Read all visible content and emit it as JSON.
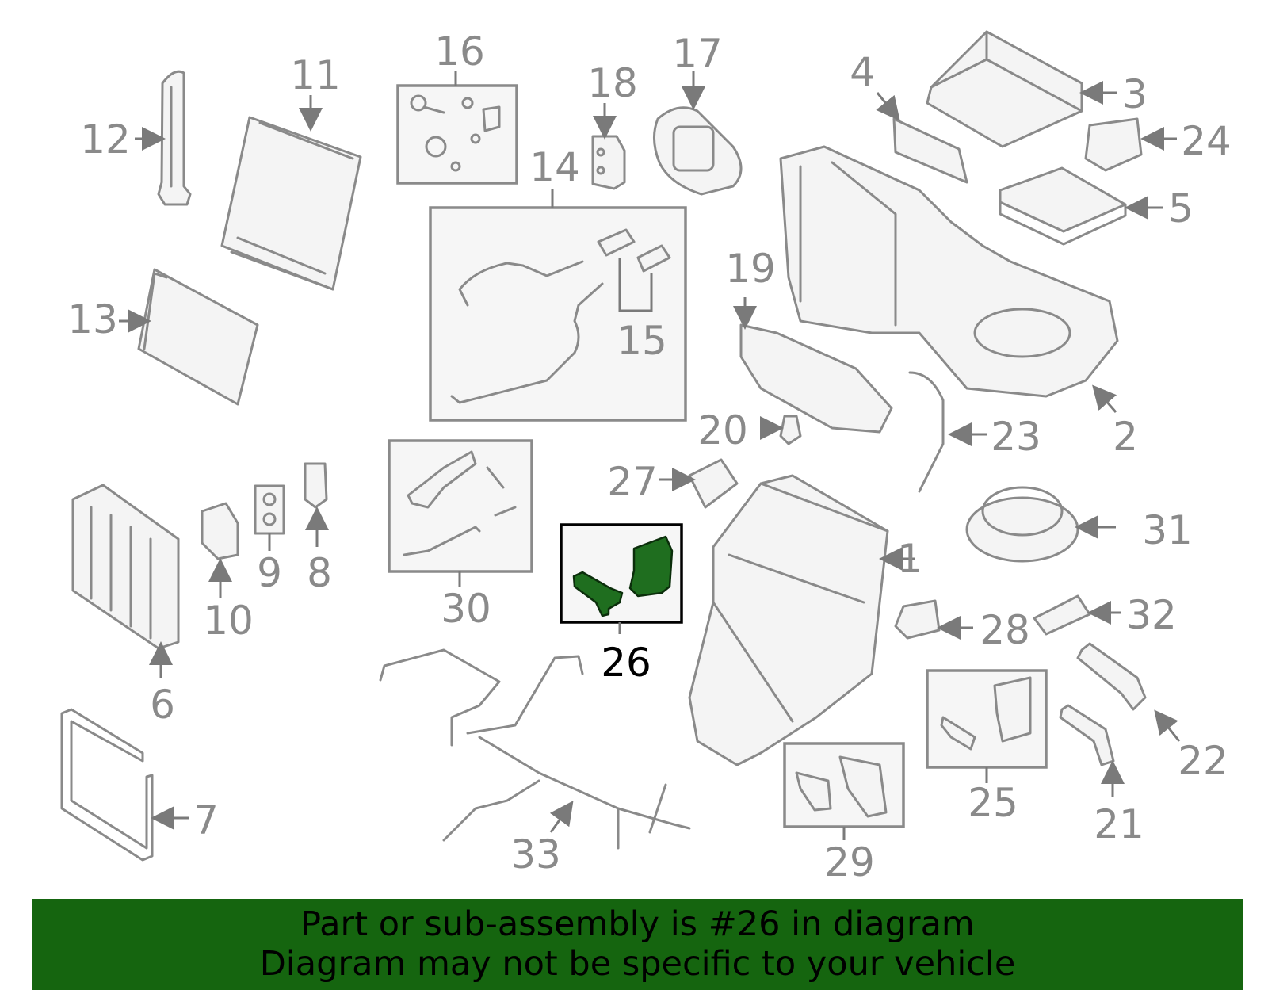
{
  "callouts": [
    "1",
    "2",
    "3",
    "4",
    "5",
    "6",
    "7",
    "8",
    "9",
    "10",
    "11",
    "12",
    "13",
    "14",
    "15",
    "16",
    "17",
    "18",
    "19",
    "20",
    "21",
    "22",
    "23",
    "24",
    "25",
    "26",
    "27",
    "28",
    "29",
    "30",
    "31",
    "32",
    "33"
  ],
  "highlighted_part": "26",
  "highlight_color": "#15650f",
  "banner": {
    "line1": "Part or sub-assembly is #26 in diagram",
    "line2": "Diagram may not be specific to your vehicle"
  }
}
